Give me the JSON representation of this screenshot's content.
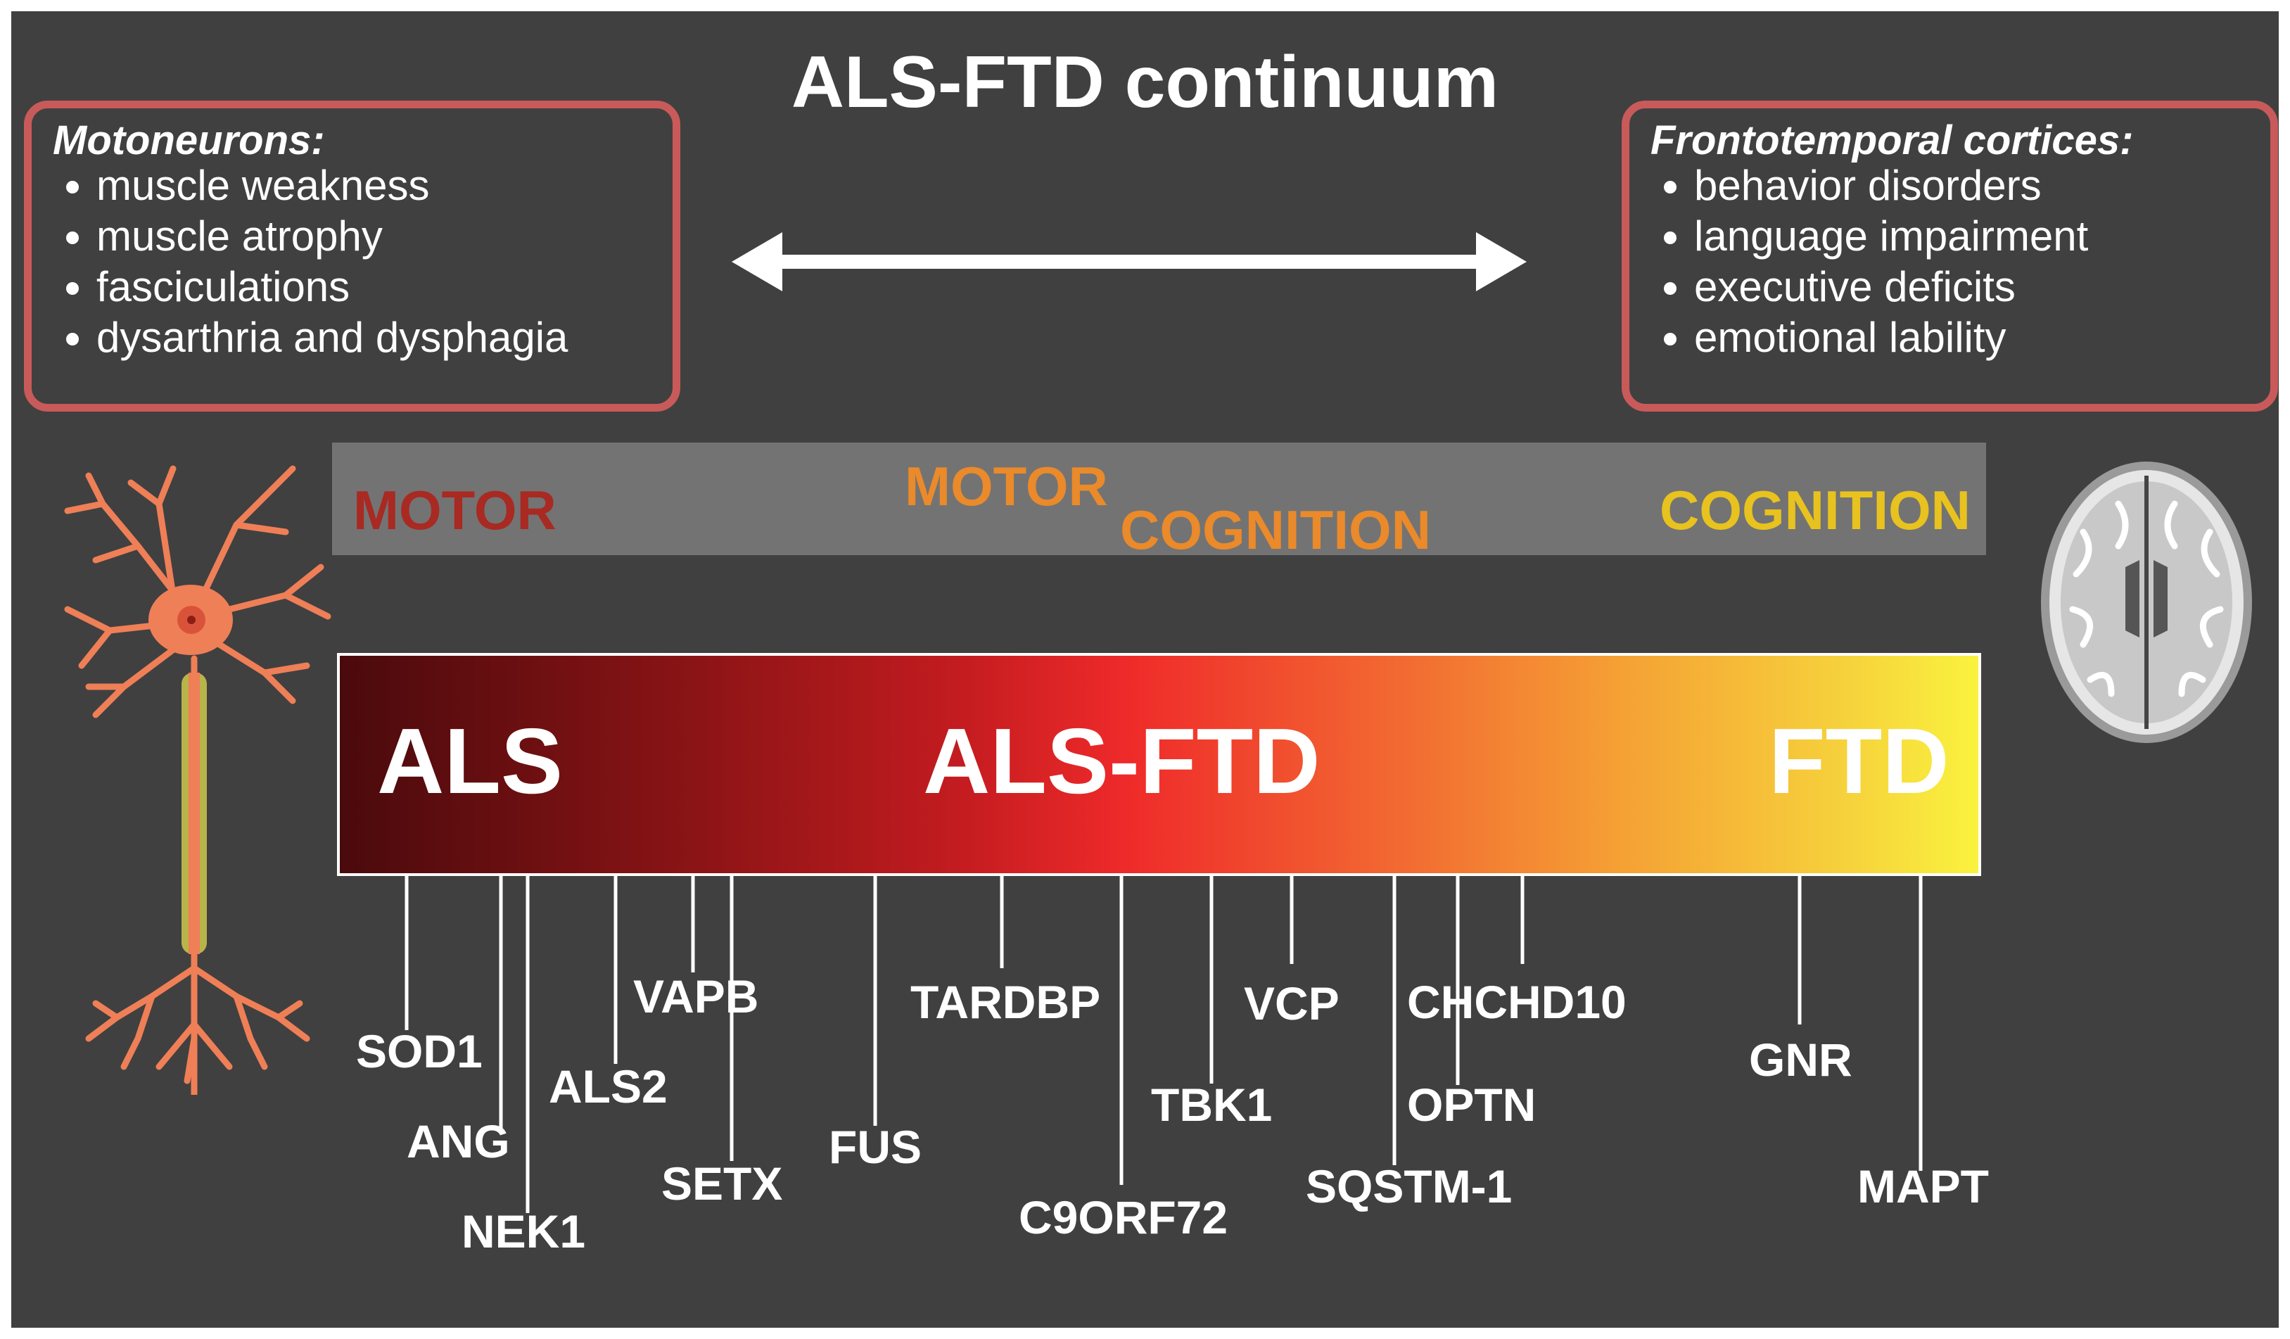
{
  "title": "ALS-FTD continuum",
  "left_box": {
    "title": "Motoneurons:",
    "items": [
      "muscle weakness",
      "muscle atrophy",
      "fasciculations",
      "dysarthria and dysphagia"
    ]
  },
  "right_box": {
    "title": "Frontotemporal cortices:",
    "items": [
      "behavior disorders",
      "language impairment",
      "executive deficits",
      "emotional lability"
    ]
  },
  "categories": {
    "motor": "MOTOR",
    "motor_cognition_top": "MOTOR",
    "motor_cognition_bottom": "COGNITION",
    "cognition": "COGNITION"
  },
  "spectrum": {
    "als": "ALS",
    "als_ftd": "ALS-FTD",
    "ftd": "FTD"
  },
  "genes": [
    "SOD1",
    "ANG",
    "NEK1",
    "ALS2",
    "VAPB",
    "SETX",
    "FUS",
    "TARDBP",
    "C9ORF72",
    "TBK1",
    "VCP",
    "SQSTM-1",
    "CHCHD10",
    "OPTN",
    "GNR",
    "MAPT"
  ],
  "colors": {
    "background": "#404040",
    "box_border": "#c95a5a",
    "motor": "#a82a22",
    "motor_cognition": "#ea8a2a",
    "cognition": "#e8c21e",
    "neuron": "#ef7f57",
    "myelin": "#b7b44a"
  },
  "icons": [
    "double-arrow-icon",
    "neuron-icon",
    "brain-scan-icon"
  ]
}
